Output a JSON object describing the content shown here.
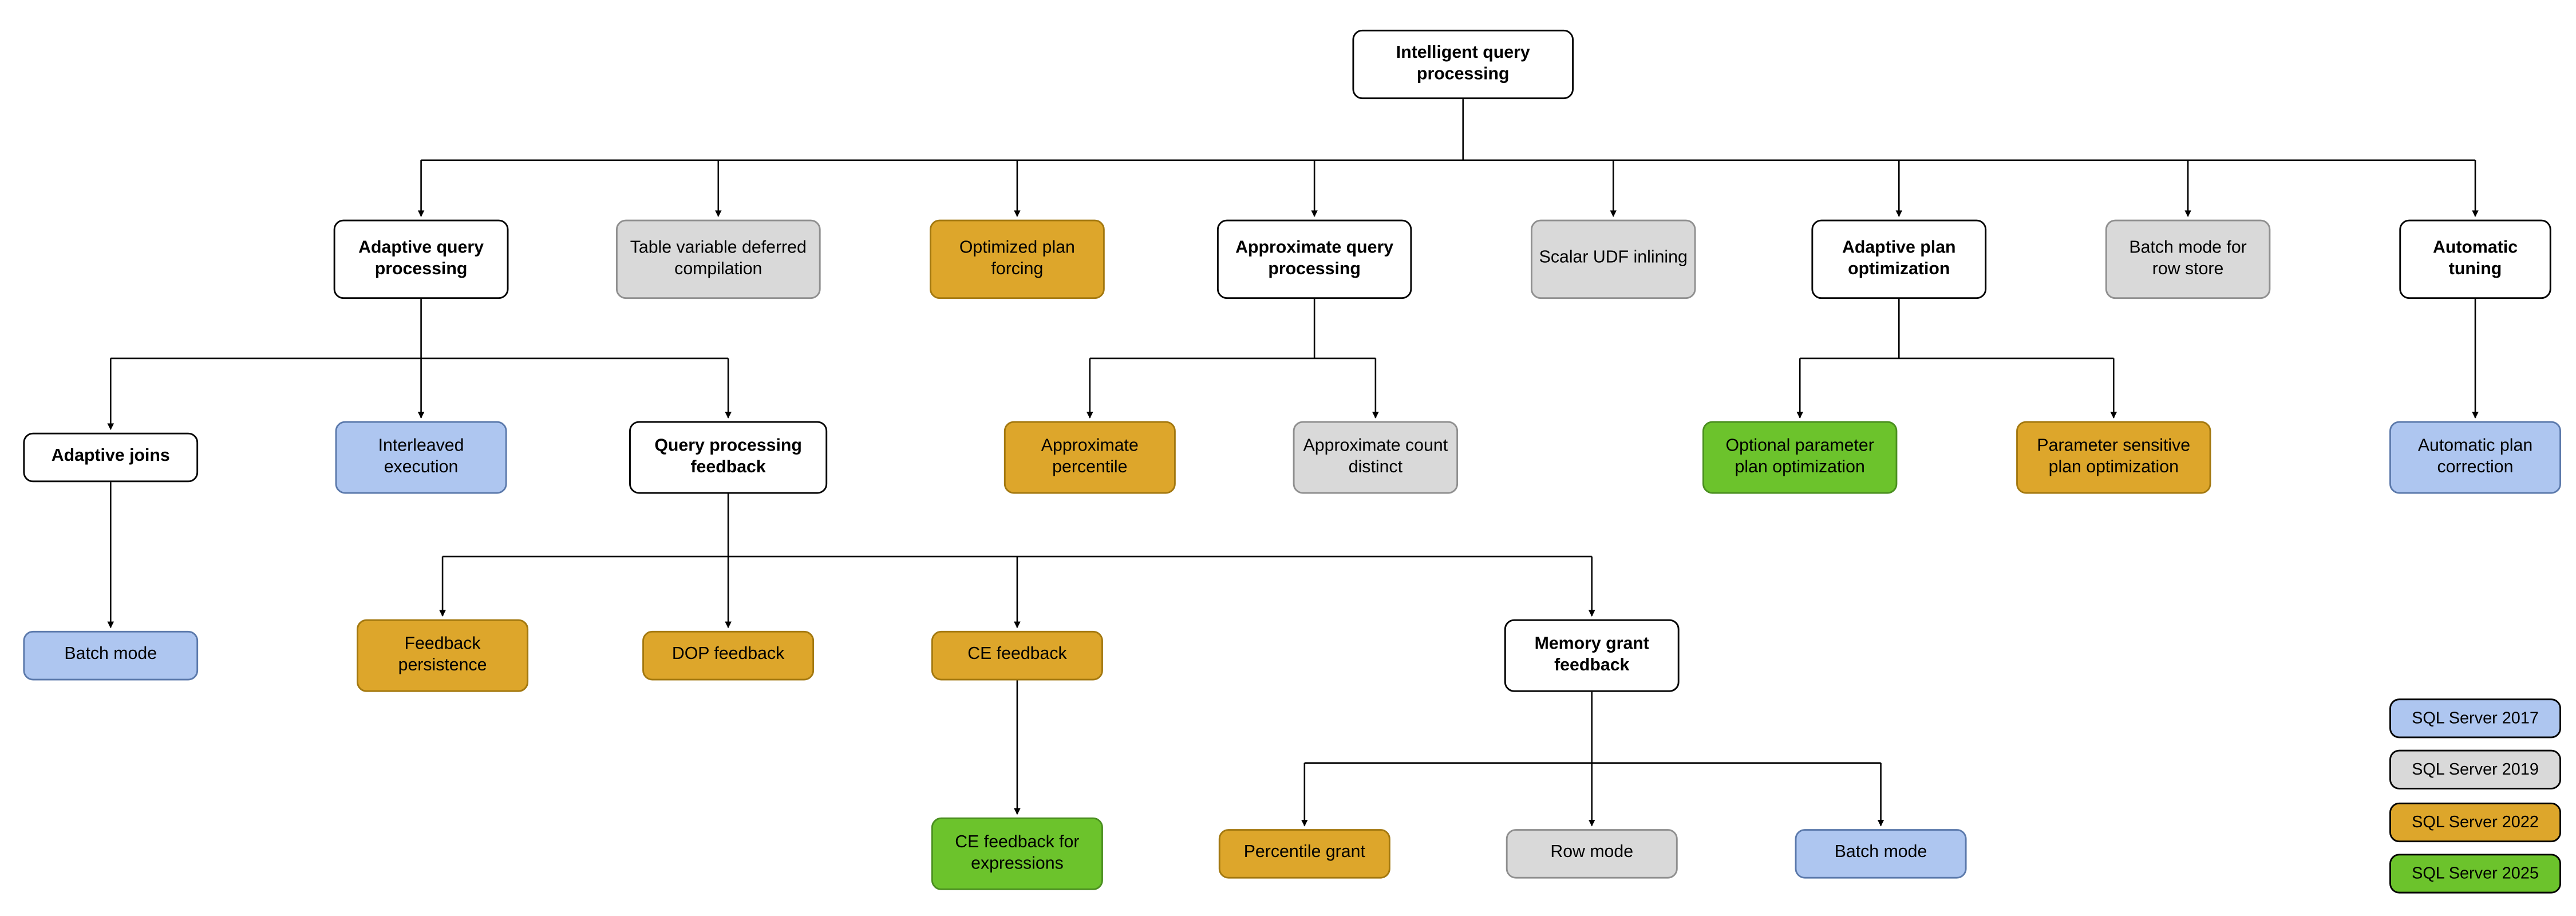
{
  "diagram_title": "Intelligent query processing",
  "colors": {
    "white-node": "#ffffff",
    "blue-2017": "#aec6f0",
    "blue-border": "#5b79ab",
    "gray-2019": "#d9d9d9",
    "gray-border": "#8f8f8f",
    "orange-2022": "#dda62b",
    "orange-border": "#a3780f",
    "green-2025": "#6cc32c",
    "green-border": "#4a8f1f",
    "line": "#000000"
  },
  "nodes": {
    "root": {
      "label": "Intelligent query processing",
      "version": null
    },
    "adaptive_query_processing": {
      "label": "Adaptive query processing",
      "version": null
    },
    "table_variable_deferred_compilation": {
      "label": "Table variable deferred compilation",
      "version": "SQL Server 2019"
    },
    "optimized_plan_forcing": {
      "label": "Optimized plan forcing",
      "version": "SQL Server 2022"
    },
    "approximate_query_processing": {
      "label": "Approximate query processing",
      "version": null
    },
    "scalar_udf_inlining": {
      "label": "Scalar UDF inlining",
      "version": "SQL Server 2019"
    },
    "adaptive_plan_optimization": {
      "label": "Adaptive plan optimization",
      "version": null
    },
    "batch_mode_for_row_store": {
      "label": "Batch mode for row store",
      "version": "SQL Server 2019"
    },
    "automatic_tuning": {
      "label": "Automatic tuning",
      "version": null
    },
    "adaptive_joins": {
      "label": "Adaptive joins",
      "version": null
    },
    "interleaved_execution": {
      "label": "Interleaved execution",
      "version": "SQL Server 2017"
    },
    "query_processing_feedback": {
      "label": "Query processing feedback",
      "version": null
    },
    "approximate_percentile": {
      "label": "Approximate percentile",
      "version": "SQL Server 2022"
    },
    "approximate_count_distinct": {
      "label": "Approximate count distinct",
      "version": "SQL Server 2019"
    },
    "optional_parameter_plan_optimization": {
      "label": "Optional parameter plan optimization",
      "version": "SQL Server 2025"
    },
    "parameter_sensitive_plan_optimization": {
      "label": "Parameter sensitive plan optimization",
      "version": "SQL Server 2022"
    },
    "automatic_plan_correction": {
      "label": "Automatic plan correction",
      "version": "SQL Server 2017"
    },
    "batch_mode_adaptive_joins": {
      "label": "Batch mode",
      "version": "SQL Server 2017"
    },
    "feedback_persistence": {
      "label": "Feedback persistence",
      "version": "SQL Server 2022"
    },
    "dop_feedback": {
      "label": "DOP feedback",
      "version": "SQL Server 2022"
    },
    "ce_feedback": {
      "label": "CE feedback",
      "version": "SQL Server 2022"
    },
    "memory_grant_feedback": {
      "label": "Memory grant feedback",
      "version": null
    },
    "ce_feedback_for_expressions": {
      "label": "CE feedback for expressions",
      "version": "SQL Server 2025"
    },
    "percentile_grant": {
      "label": "Percentile grant",
      "version": "SQL Server 2022"
    },
    "row_mode": {
      "label": "Row mode",
      "version": "SQL Server 2019"
    },
    "batch_mode_memory_grant": {
      "label": "Batch mode",
      "version": "SQL Server 2017"
    }
  },
  "legend": {
    "items": [
      {
        "label": "SQL Server 2017",
        "color": "#aec6f0"
      },
      {
        "label": "SQL Server 2019",
        "color": "#d9d9d9"
      },
      {
        "label": "SQL Server 2022",
        "color": "#dda62b"
      },
      {
        "label": "SQL Server 2025",
        "color": "#6cc32c"
      }
    ]
  }
}
